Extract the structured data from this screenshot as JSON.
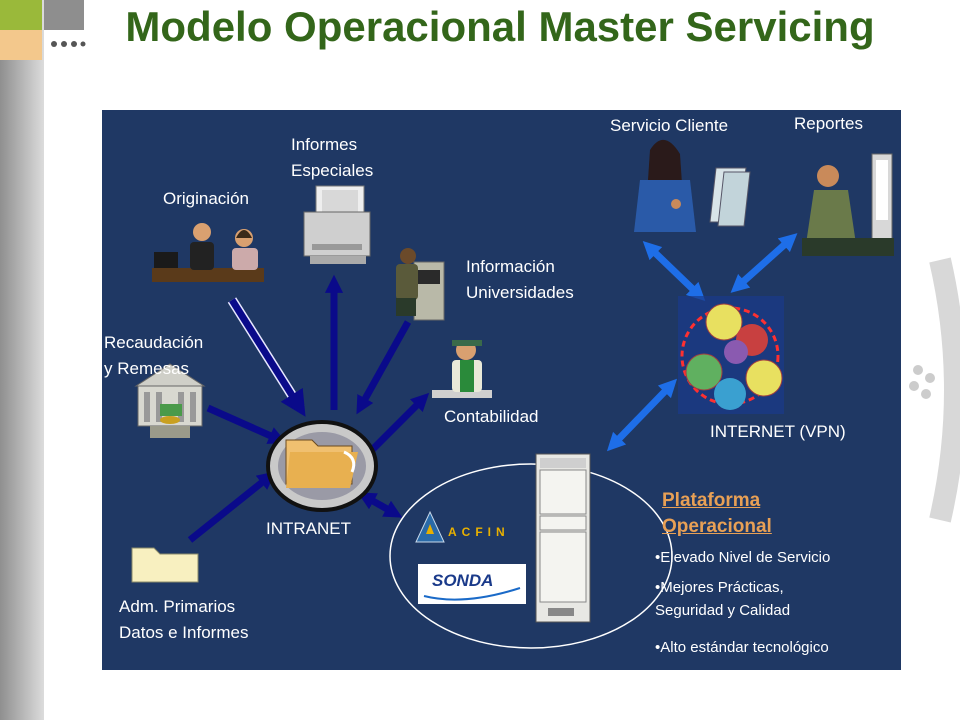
{
  "title": "Modelo Operacional Master Servicing",
  "nodes": {
    "informes": "Informes\nEspeciales",
    "originacion": "Originación",
    "info_universidades": "Información\nUniversidades",
    "recaudacion": "Recaudación\ny Remesas",
    "contabilidad": "Contabilidad",
    "intranet": "INTRANET",
    "adm": "Adm. Primarios\nDatos e Informes",
    "servicio_cliente": "Servicio Cliente",
    "reportes": "Reportes",
    "internet": "INTERNET (VPN)"
  },
  "platform": {
    "title": "Plataforma\nOperacional",
    "bullets": [
      "•Elevado Nivel de Servicio",
      "•Mejores Prácticas,\nSeguridad y Calidad",
      "•Alto estándar tecnológico"
    ]
  },
  "logos": {
    "acfin": "ACFIN",
    "sonda": "SONDA"
  },
  "colors": {
    "title": "#33661a",
    "panel": "#1f3864",
    "platform_title": "#e8a055",
    "arrow_dark": "#0a0a8a",
    "arrow_light": "#1e6ee8"
  }
}
